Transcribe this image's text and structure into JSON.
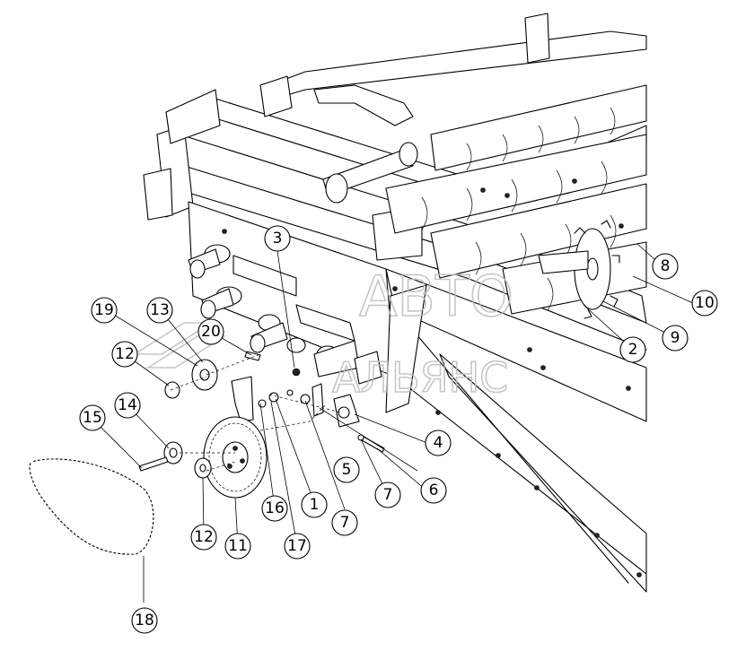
{
  "watermark": {
    "line1": "АВТО",
    "line2": "АЛЬЯНС"
  },
  "callouts": [
    {
      "id": "c1",
      "label": "1"
    },
    {
      "id": "c2",
      "label": "2"
    },
    {
      "id": "c3",
      "label": "3"
    },
    {
      "id": "c4",
      "label": "4"
    },
    {
      "id": "c5",
      "label": "5"
    },
    {
      "id": "c6",
      "label": "6"
    },
    {
      "id": "c7a",
      "label": "7"
    },
    {
      "id": "c7b",
      "label": "7"
    },
    {
      "id": "c8",
      "label": "8"
    },
    {
      "id": "c9",
      "label": "9"
    },
    {
      "id": "c10",
      "label": "10"
    },
    {
      "id": "c11",
      "label": "11"
    },
    {
      "id": "c12a",
      "label": "12"
    },
    {
      "id": "c12b",
      "label": "12"
    },
    {
      "id": "c13",
      "label": "13"
    },
    {
      "id": "c14",
      "label": "14"
    },
    {
      "id": "c15",
      "label": "15"
    },
    {
      "id": "c16",
      "label": "16"
    },
    {
      "id": "c17",
      "label": "17"
    },
    {
      "id": "c18",
      "label": "18"
    },
    {
      "id": "c19",
      "label": "19"
    },
    {
      "id": "c20",
      "label": "20"
    }
  ]
}
